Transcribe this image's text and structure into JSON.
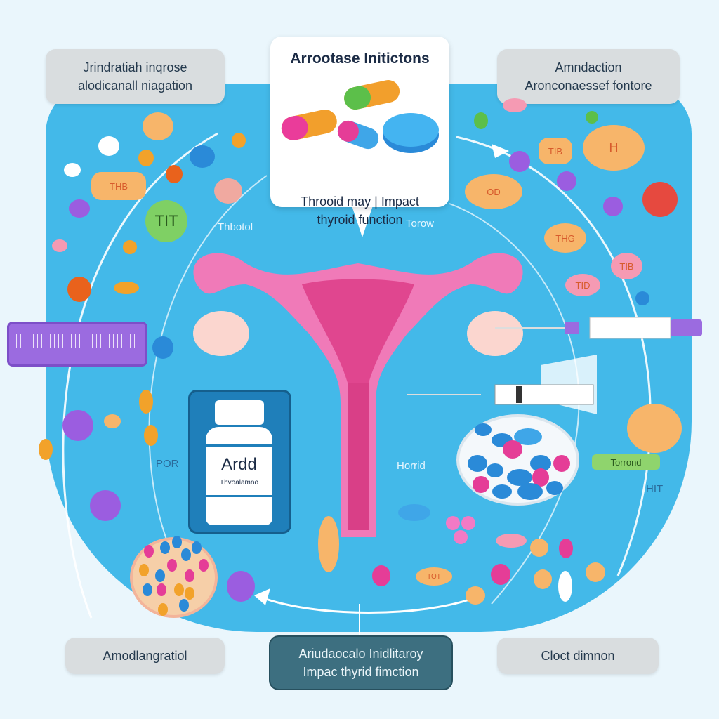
{
  "boxes": {
    "top_left": [
      "Jrindratiah inqrose",
      "alodicanall niagation"
    ],
    "top_right": [
      "Amndaction",
      "Aronconaessef fontore"
    ],
    "bottom_left": "Amodlangratiol",
    "bottom_center": [
      "Ariudaocalo Inidlitaroy",
      "Impac thyrid fimction"
    ],
    "bottom_right": "Cloct dimnon"
  },
  "callout": {
    "title": "Arrootase Initictons",
    "body": [
      "Throoid  may | Impact",
      "thyroid function"
    ]
  },
  "labels": {
    "thbotol": "Thbotol",
    "torow": "Torow",
    "por": "POR",
    "horrid": "Horrid",
    "hit": "HIT"
  },
  "pills": {
    "thb": "THB",
    "tit": "TIT",
    "od": "OD",
    "tib1": "TIB",
    "h": "H",
    "thg": "THG",
    "tib2": "TIB",
    "tid": "TID",
    "tot": "TOT",
    "torrond": "Torrond"
  },
  "bottle": {
    "brand": "Ardd",
    "name": "Thvoalamno"
  },
  "colors": {
    "background": "#eaf6fc",
    "stage": "#43b9e9",
    "uterus": "#f07ab8",
    "dark_box": "#3d6f80"
  }
}
